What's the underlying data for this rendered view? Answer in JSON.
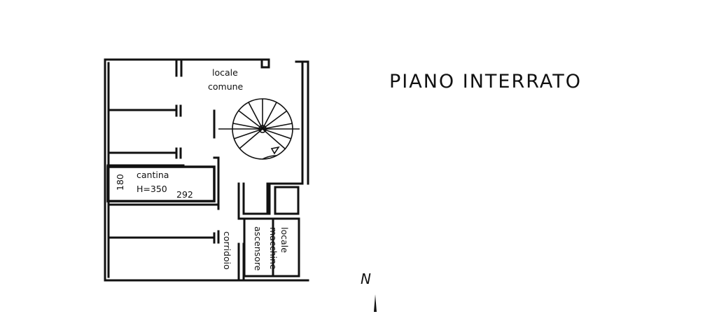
{
  "title": "PIANO INTERRATO",
  "rooms": {
    "locale_comune": [
      "locale",
      "comune"
    ],
    "cantina": {
      "name": "cantina",
      "height": "H=350",
      "width_dim": "292",
      "depth_dim": "180"
    },
    "corridoio": "corridoio",
    "ascensore": "ascensore",
    "locale_macchine": [
      "locale",
      "macchine"
    ]
  },
  "north_label": "N",
  "colors": {
    "lines": "#111111",
    "background": "#ffffff"
  }
}
